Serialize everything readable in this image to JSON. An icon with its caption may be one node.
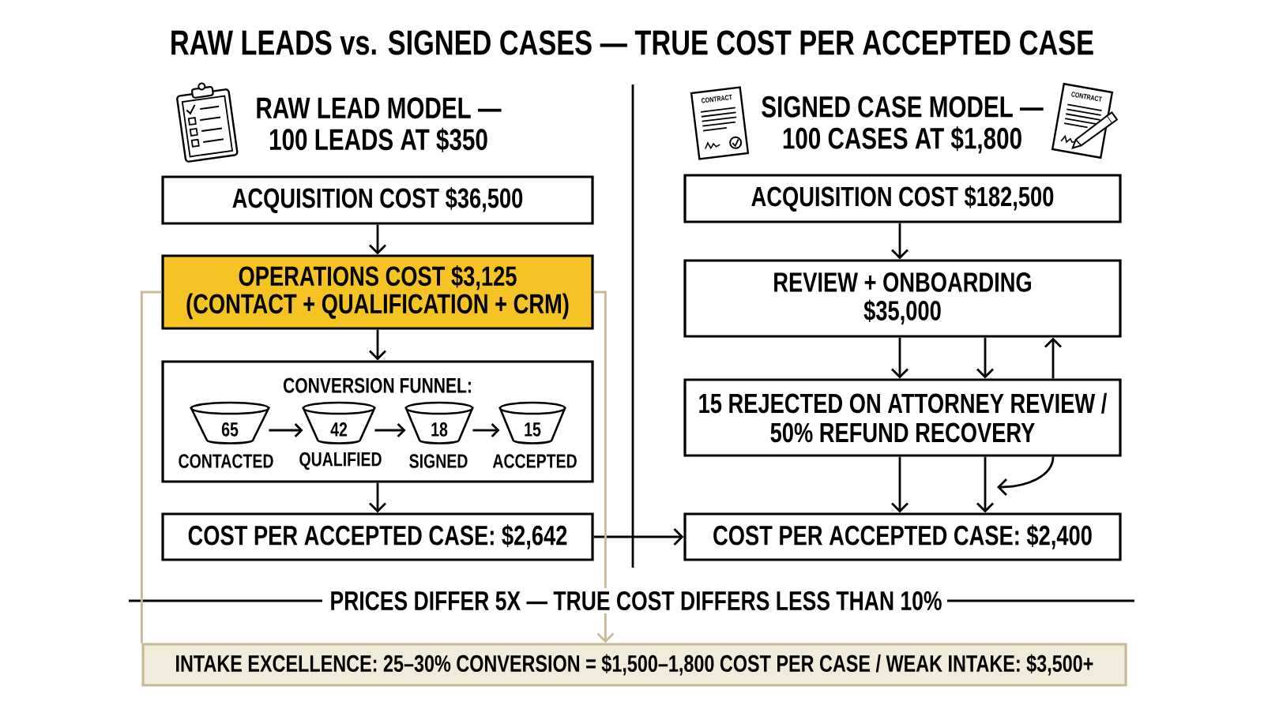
{
  "diagram": {
    "title": "RAW LEADS vs. SIGNED CASES — TRUE COST PER ACCEPTED CASE",
    "nodes": [
      {
        "text": [
          "ACQUISITION COST $36,500"
        ]
      },
      {
        "text": [
          "OPERATIONS COST $3,125",
          "(CONTACT + QUALIFICATION + CRM)"
        ]
      },
      {
        "text": [
          "CONVERSION FUNNEL:"
        ]
      },
      {
        "text": [
          "65"
        ],
        "beside": [
          "CONTACTED"
        ],
        "in": 2
      },
      {
        "text": [
          "42"
        ],
        "beside": [
          "QUALIFIED"
        ],
        "in": 2
      },
      {
        "text": [
          "18"
        ],
        "beside": [
          "SIGNED"
        ],
        "in": 2
      },
      {
        "text": [
          "15"
        ],
        "beside": [
          "ACCEPTED"
        ],
        "in": 2
      },
      {
        "text": [
          "COST PER ACCEPTED CASE: $2,642"
        ]
      },
      {
        "text": [
          "ACQUISITION COST $182,500"
        ]
      },
      {
        "text": [
          "REVIEW + ONBOARDING $35,000"
        ]
      },
      {
        "text": [
          "15 REJECTED ON ATTORNEY REVIEW / 50% REFUND RECOVERY"
        ]
      },
      {
        "text": [
          "COST PER ACCEPTED CASE: $2,400"
        ]
      },
      {
        "text": [
          "INTAKE EXCELLENCE: 25–30% CONVERSION = $1,500–1,800 COST PER CASE / WEAK INTAKE: $3,500+"
        ]
      }
    ],
    "edges": [
      {
        "from": 0,
        "to": 1,
        "arrow": "to"
      },
      {
        "from": 1,
        "to": 2,
        "arrow": "to"
      },
      {
        "from": 3,
        "to": 4,
        "arrow": "to"
      },
      {
        "from": 4,
        "to": 5,
        "arrow": "to"
      },
      {
        "from": 5,
        "to": 6,
        "arrow": "to"
      },
      {
        "from": 2,
        "to": 7,
        "arrow": "to"
      },
      {
        "from": 7,
        "to": 11,
        "arrow": "to"
      },
      {
        "from": 8,
        "to": 9,
        "arrow": "to"
      },
      {
        "from": 9,
        "to": 10,
        "arrow": "to"
      },
      {
        "from": 9,
        "to": 10,
        "arrow": "to"
      },
      {
        "from": 10,
        "to": 9,
        "arrow": "to"
      },
      {
        "from": 10,
        "to": 11,
        "arrow": "to"
      },
      {
        "from": 10,
        "to": 11,
        "arrow": "to"
      },
      {
        "from": 10,
        "to": null,
        "arrow": "to"
      },
      {
        "from": 1,
        "to": 12,
        "arrow": "none",
        "color": "#c9b995"
      },
      {
        "from": 1,
        "to": 12,
        "arrow": "to",
        "color": "#c9b995"
      }
    ],
    "labels": [
      "RAW LEAD MODEL — 100 LEADS AT $350",
      "CONTRACT",
      "SIGNED CASE MODEL — 100 CASES AT $1,800",
      "CONTRACT",
      "PRICES DIFFER 5X — TRUE COST DIFFERS LESS THAN 10%"
    ]
  }
}
